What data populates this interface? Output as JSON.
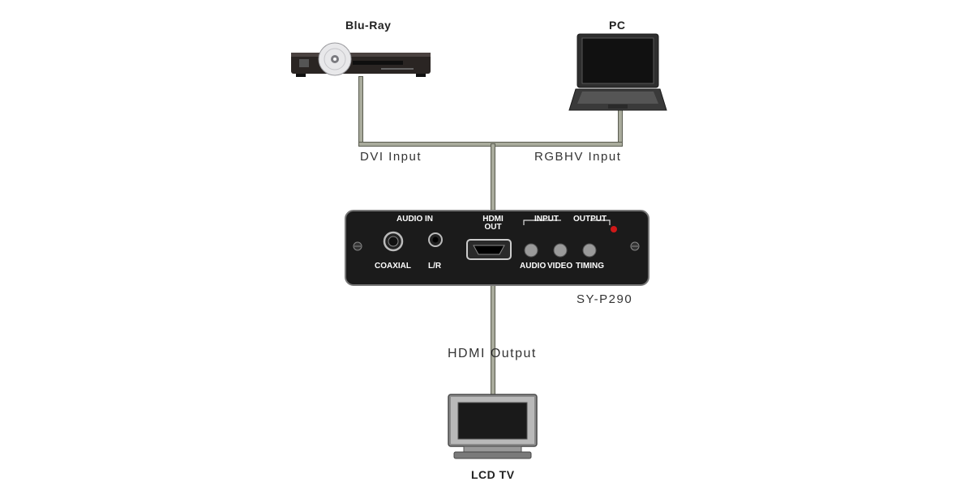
{
  "devices": {
    "bluray": {
      "title": "Blu-Ray"
    },
    "pc": {
      "title": "PC"
    },
    "tv": {
      "title": "LCD TV"
    }
  },
  "connections": {
    "dvi": "DVI  Input",
    "rgbhv": "RGBHV  Input",
    "hdmi": "HDMI  Output"
  },
  "converter": {
    "model": "SY-P290",
    "audio_in": "AUDIO IN",
    "coaxial": "COAXIAL",
    "lr": "L/R",
    "hdmi_out_line1": "HDMI",
    "hdmi_out_line2": "OUT",
    "input": "INPUT",
    "output": "OUTPUT",
    "audio_btn": "AUDIO",
    "video_btn": "VIDEO",
    "timing_btn": "TIMING"
  },
  "colors": {
    "cable": "#a9ab9c",
    "device_body": "#1b1b1b",
    "led": "#d01818"
  }
}
